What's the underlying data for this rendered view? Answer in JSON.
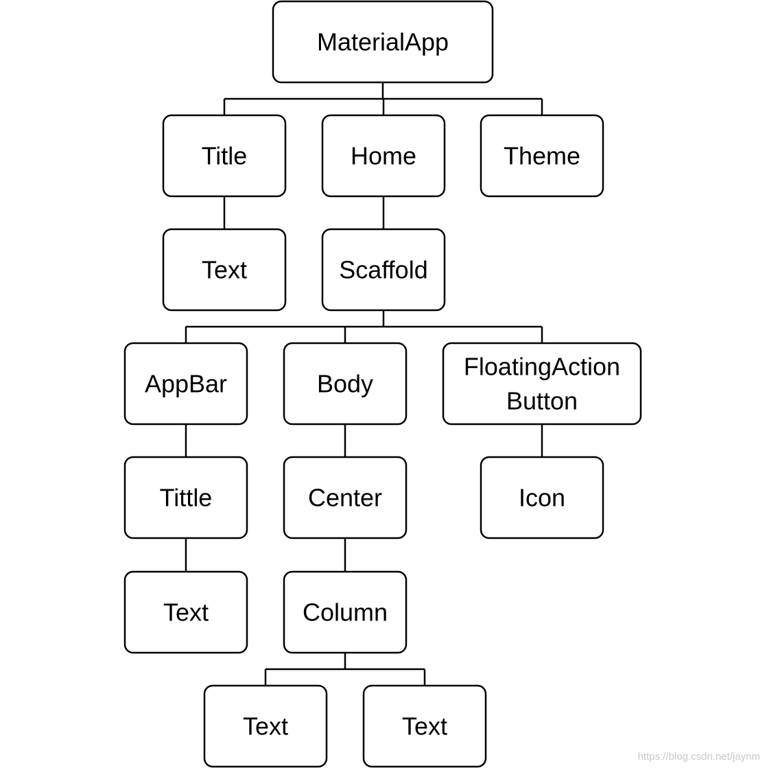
{
  "diagram": {
    "nodes": [
      {
        "id": "materialapp",
        "lines": [
          "MaterialApp"
        ]
      },
      {
        "id": "title",
        "lines": [
          "Title"
        ]
      },
      {
        "id": "home",
        "lines": [
          "Home"
        ]
      },
      {
        "id": "theme",
        "lines": [
          "Theme"
        ]
      },
      {
        "id": "title-text",
        "lines": [
          "Text"
        ]
      },
      {
        "id": "scaffold",
        "lines": [
          "Scaffold"
        ]
      },
      {
        "id": "appbar",
        "lines": [
          "AppBar"
        ]
      },
      {
        "id": "body",
        "lines": [
          "Body"
        ]
      },
      {
        "id": "fab",
        "lines": [
          "FloatingAction",
          "Button"
        ]
      },
      {
        "id": "tittle",
        "lines": [
          "Tittle"
        ]
      },
      {
        "id": "center",
        "lines": [
          "Center"
        ]
      },
      {
        "id": "icon",
        "lines": [
          "Icon"
        ]
      },
      {
        "id": "tittle-text",
        "lines": [
          "Text"
        ]
      },
      {
        "id": "column",
        "lines": [
          "Column"
        ]
      },
      {
        "id": "column-text-1",
        "lines": [
          "Text"
        ]
      },
      {
        "id": "column-text-2",
        "lines": [
          "Text"
        ]
      }
    ],
    "edges": [
      {
        "from": "materialapp",
        "to": [
          "title",
          "home",
          "theme"
        ]
      },
      {
        "from": "title",
        "to": [
          "title-text"
        ]
      },
      {
        "from": "home",
        "to": [
          "scaffold"
        ]
      },
      {
        "from": "scaffold",
        "to": [
          "appbar",
          "body",
          "fab"
        ]
      },
      {
        "from": "appbar",
        "to": [
          "tittle"
        ]
      },
      {
        "from": "body",
        "to": [
          "center"
        ]
      },
      {
        "from": "fab",
        "to": [
          "icon"
        ]
      },
      {
        "from": "tittle",
        "to": [
          "tittle-text"
        ]
      },
      {
        "from": "center",
        "to": [
          "column"
        ]
      },
      {
        "from": "column",
        "to": [
          "column-text-1",
          "column-text-2"
        ]
      }
    ]
  },
  "watermark": "https://blog.csdn.net/jaynm"
}
